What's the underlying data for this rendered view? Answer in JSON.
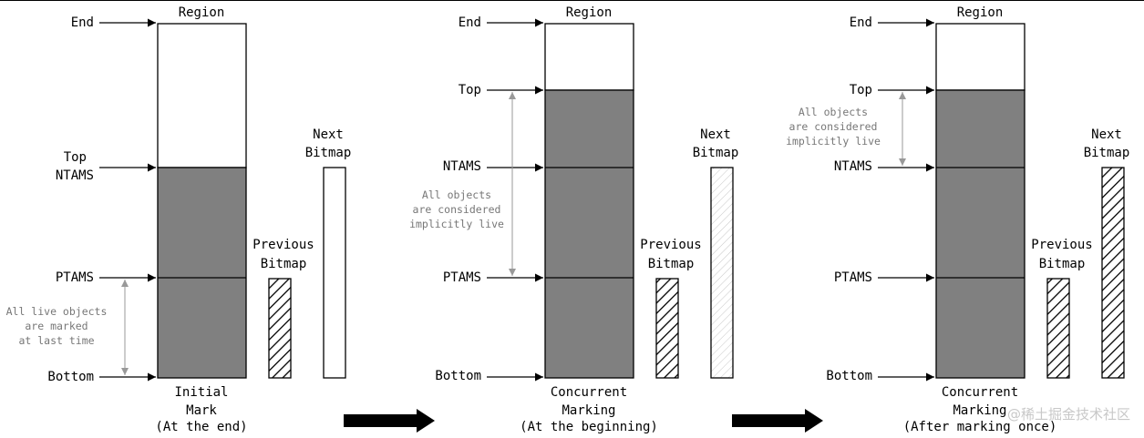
{
  "colors": {
    "filled": "#808080",
    "stroke": "#000000",
    "note": "#777777",
    "note_line": "#999999"
  },
  "panels": [
    {
      "id": "initial-mark",
      "region_title": "Region",
      "labels": {
        "end": "End",
        "top_ntams_1": "Top",
        "top_ntams_2": "NTAMS",
        "ptams": "PTAMS",
        "bottom": "Bottom"
      },
      "note": [
        "All live objects",
        "are marked",
        "at last time"
      ],
      "previous_bitmap": [
        "Previous",
        "Bitmap"
      ],
      "next_bitmap": [
        "Next",
        "Bitmap"
      ],
      "caption": [
        "Initial",
        "Mark",
        "(At the end)"
      ]
    },
    {
      "id": "concurrent-marking-begin",
      "region_title": "Region",
      "labels": {
        "end": "End",
        "top": "Top",
        "ntams": "NTAMS",
        "ptams": "PTAMS",
        "bottom": "Bottom"
      },
      "note": [
        "All objects",
        "are considered",
        "implicitly live"
      ],
      "previous_bitmap": [
        "Previous",
        "Bitmap"
      ],
      "next_bitmap": [
        "Next",
        "Bitmap"
      ],
      "caption": [
        "Concurrent",
        "Marking",
        "(At the beginning)"
      ]
    },
    {
      "id": "concurrent-marking-once",
      "region_title": "Region",
      "labels": {
        "end": "End",
        "top": "Top",
        "ntams": "NTAMS",
        "ptams": "PTAMS",
        "bottom": "Bottom"
      },
      "note": [
        "All objects",
        "are considered",
        "implicitly live"
      ],
      "previous_bitmap": [
        "Previous",
        "Bitmap"
      ],
      "next_bitmap": [
        "Next",
        "Bitmap"
      ],
      "caption": [
        "Concurrent",
        "Marking",
        "(After marking once)"
      ]
    }
  ],
  "watermark": "@稀土掘金技术社区"
}
